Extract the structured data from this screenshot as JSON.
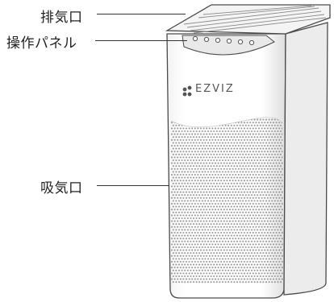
{
  "labels": {
    "exhaust": "排気口",
    "control_panel": "操作パネル",
    "intake": "吸気口"
  },
  "product": {
    "brand": "EZVIZ",
    "icon": "ezviz-logo-icon"
  },
  "colors": {
    "outline": "#4a4a4a",
    "body": "#ffffff",
    "shade": "#e6e6e6",
    "dots": "#9a9a9a",
    "brand": "#555555"
  }
}
